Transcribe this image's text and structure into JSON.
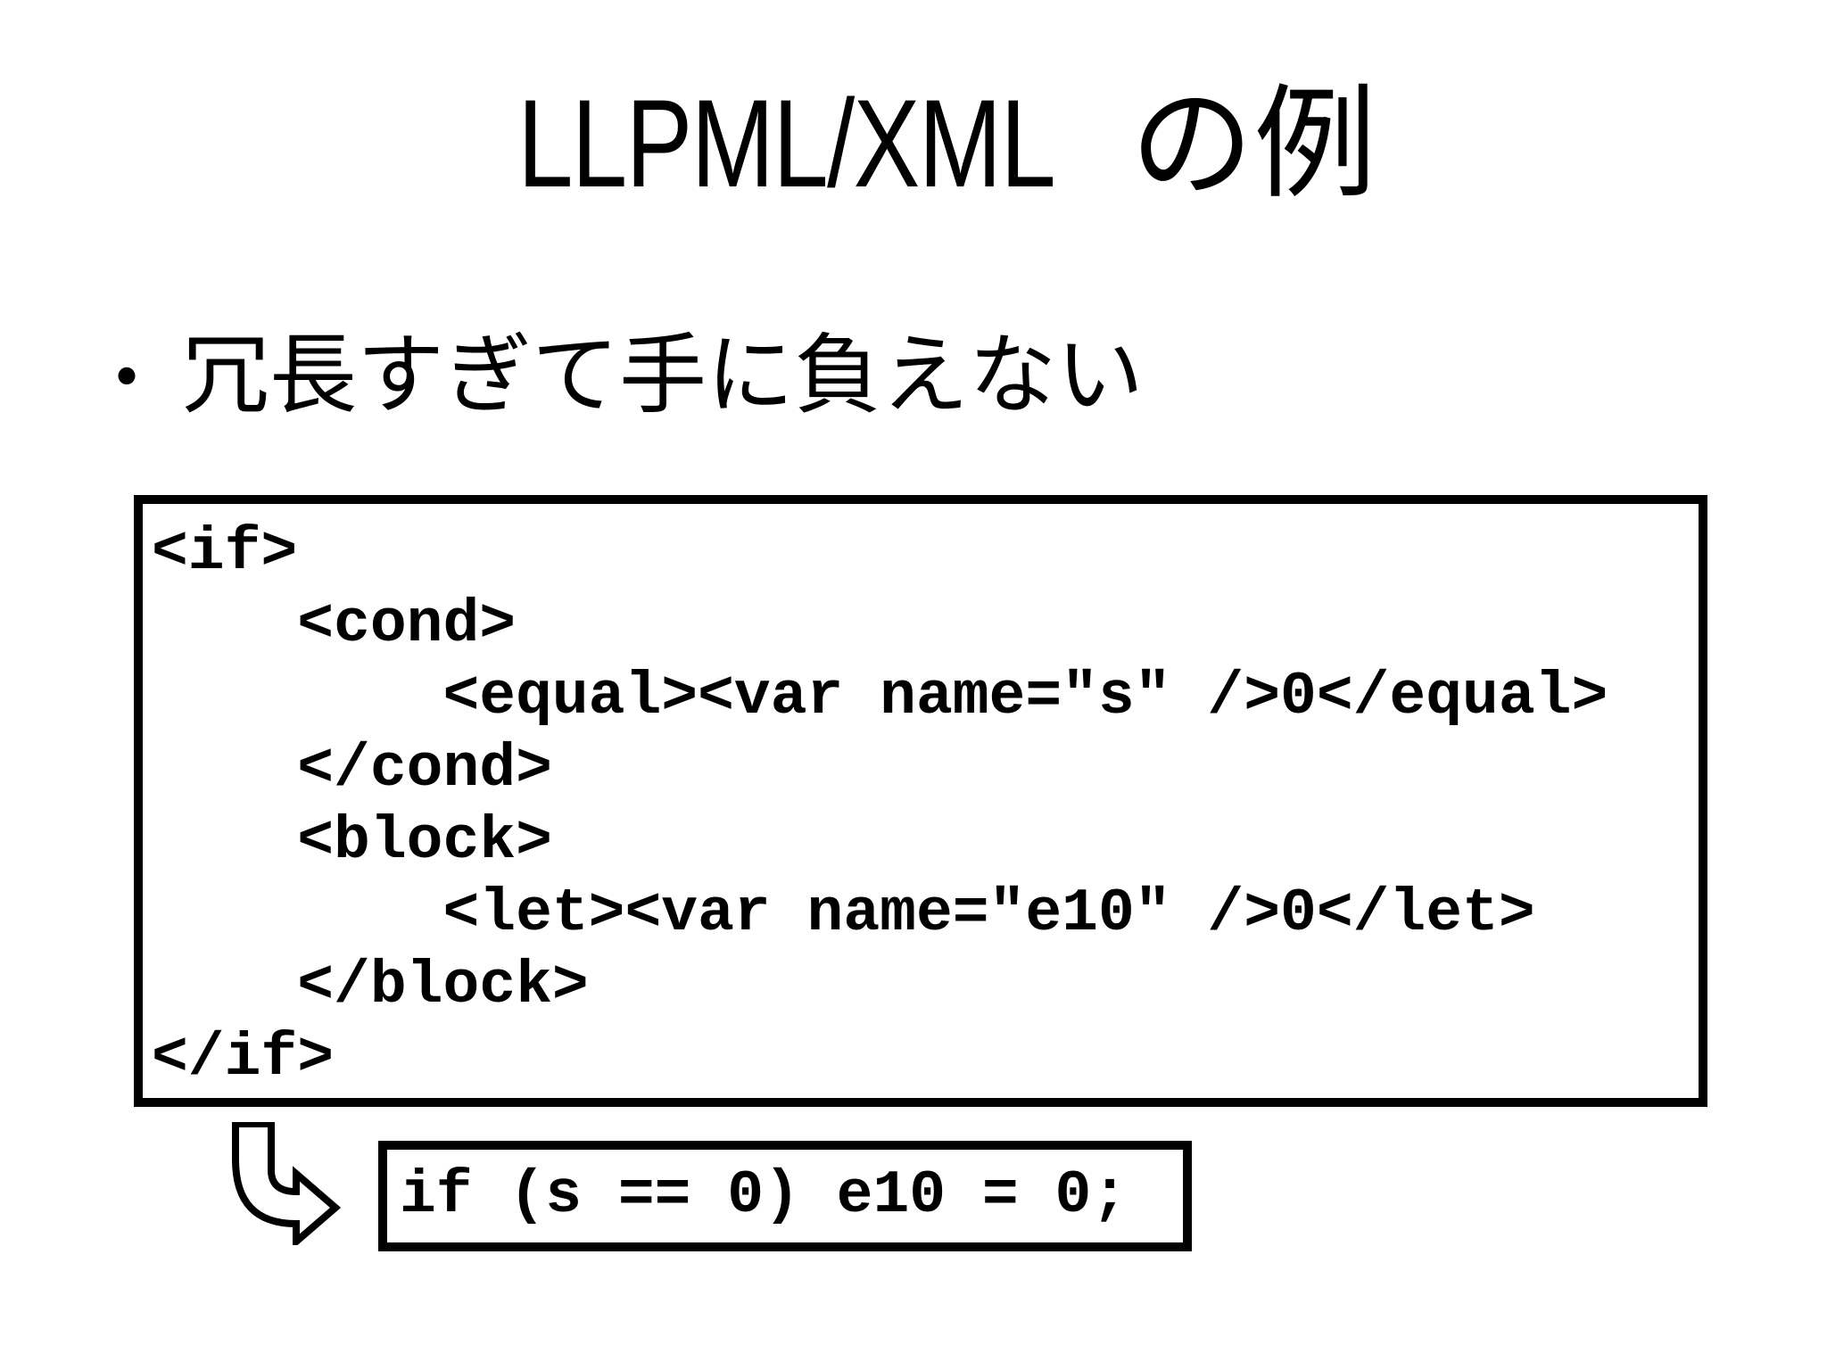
{
  "slide": {
    "title": {
      "latin": "LLPML/XML",
      "jp": "の例"
    },
    "bullet": {
      "marker": "•",
      "text": "冗長すぎて手に負えない"
    },
    "code_box": {
      "lines": [
        "<if>",
        "    <cond>",
        "        <equal><var name=\"s\" />0</equal>",
        "    </cond>",
        "    <block>",
        "        <let><var name=\"e10\" />0</let>",
        "    </block>",
        "</if>"
      ]
    },
    "arrow_icon": "bent-arrow-right",
    "result_box": {
      "text": "if (s == 0) e10 = 0;"
    },
    "colors": {
      "foreground": "#000000",
      "background": "#ffffff"
    }
  }
}
